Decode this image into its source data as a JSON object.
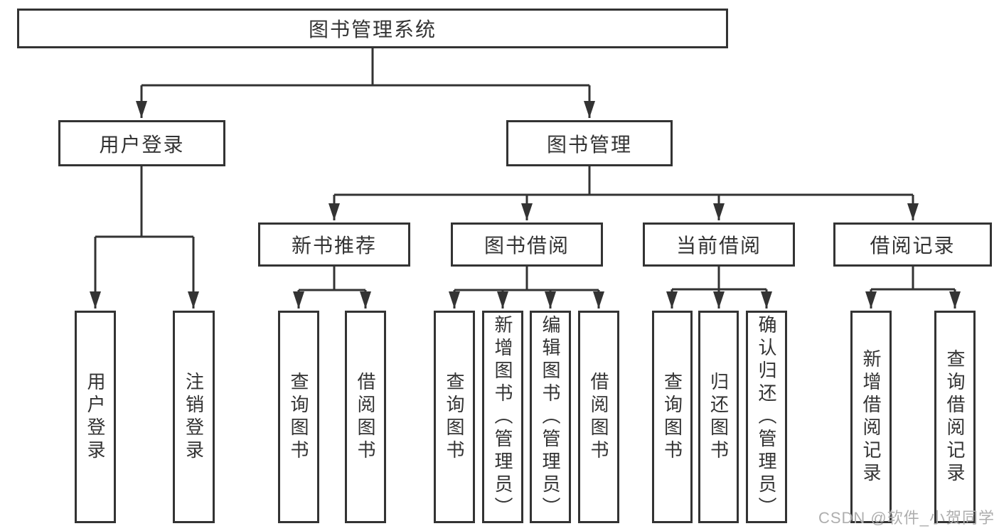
{
  "colors": {
    "background": "#ffffff",
    "box_bg": "#ffffff",
    "line": "#333333",
    "text": "#333333",
    "watermark": "#aeaeae"
  },
  "tree": {
    "root": {
      "label": "图书管理系统",
      "children": [
        {
          "label": "用户登录",
          "children": [
            {
              "label": "用户登录"
            },
            {
              "label": "注销登录"
            }
          ]
        },
        {
          "label": "图书管理",
          "children": [
            {
              "label": "新书推荐",
              "children": [
                {
                  "label": "查询图书"
                },
                {
                  "label": "借阅图书"
                }
              ]
            },
            {
              "label": "图书借阅",
              "children": [
                {
                  "label": "查询图书"
                },
                {
                  "label": "新增图书（管理员）"
                },
                {
                  "label": "编辑图书（管理员）"
                },
                {
                  "label": "借阅图书"
                }
              ]
            },
            {
              "label": "当前借阅",
              "children": [
                {
                  "label": "查询图书"
                },
                {
                  "label": "归还图书"
                },
                {
                  "label": "确认归还（管理员）"
                }
              ]
            },
            {
              "label": "借阅记录",
              "children": [
                {
                  "label": "新增借阅记录"
                },
                {
                  "label": "查询借阅记录"
                }
              ]
            }
          ]
        }
      ]
    }
  },
  "watermark": {
    "text": "CSDN @软件_小贺同学"
  }
}
